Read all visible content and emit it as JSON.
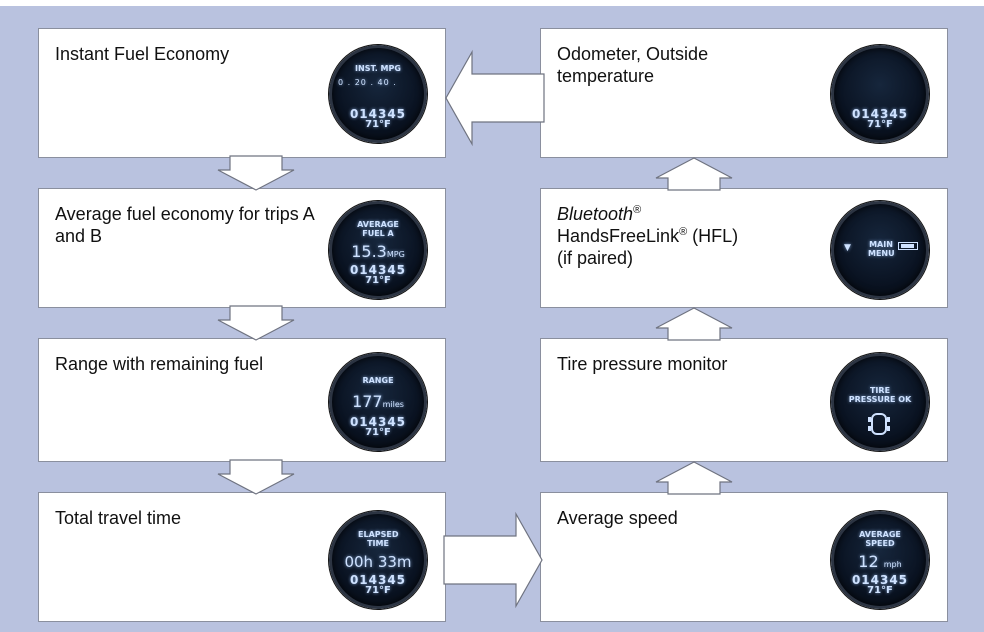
{
  "colors": {
    "background": "#b9c2df",
    "card": "#ffffff",
    "display_text": "#cfe2ff",
    "display_face": "#0a1322"
  },
  "flow": {
    "left_column": [
      {
        "id": "instant-fuel",
        "label": "Instant Fuel Economy",
        "display": {
          "header": "INST. MPG",
          "scale": "0 . 20 . 40 .",
          "odometer": "014345",
          "temperature": "71°F"
        }
      },
      {
        "id": "average-fuel",
        "label": "Average fuel economy for trips A and B",
        "display": {
          "header": "AVERAGE FUEL A",
          "value": "15.3",
          "unit": "MPG",
          "odometer": "014345",
          "temperature": "71°F"
        }
      },
      {
        "id": "range",
        "label": "Range with remaining fuel",
        "display": {
          "header": "RANGE",
          "value": "177",
          "unit": "miles",
          "odometer": "014345",
          "temperature": "71°F"
        }
      },
      {
        "id": "travel-time",
        "label": "Total travel time",
        "display": {
          "header": "ELAPSED TIME",
          "value": "00h 33m",
          "odometer": "014345",
          "temperature": "71°F"
        }
      }
    ],
    "right_column": [
      {
        "id": "odometer",
        "label": "Odometer, Outside temperature",
        "display": {
          "odometer": "014345",
          "temperature": "71°F"
        }
      },
      {
        "id": "bluetooth",
        "label_italic": "Bluetooth",
        "label_mark": "®",
        "label_line2": "HandsFreeLink",
        "label_line2_mark": "®",
        "label_line2_tail": " (HFL)",
        "label_line3": "(if paired)",
        "display": {
          "header": "MAIN MENU"
        }
      },
      {
        "id": "tire-pressure",
        "label": "Tire pressure monitor",
        "display": {
          "header": "TIRE PRESSURE OK"
        }
      },
      {
        "id": "average-speed",
        "label": "Average speed",
        "display": {
          "header": "AVERAGE SPEED",
          "value": "12",
          "unit": "mph",
          "odometer": "014345",
          "temperature": "71°F"
        }
      }
    ]
  }
}
